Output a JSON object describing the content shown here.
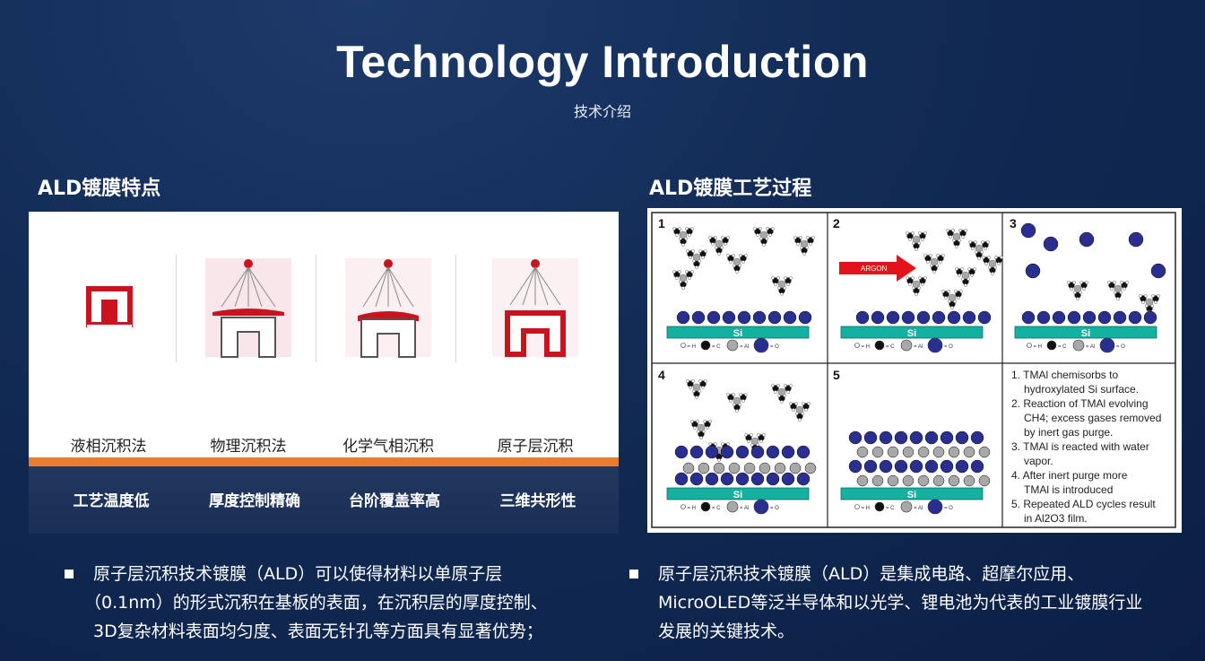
{
  "header": {
    "title": "Technology Introduction",
    "subtitle": "技术介绍"
  },
  "left": {
    "heading": "ALD镀膜特点",
    "methods": [
      "液相沉积法",
      "物理沉积法",
      "化学气相沉积",
      "原子层沉积"
    ],
    "features": [
      "工艺温度低",
      "厚度控制精确",
      "台阶覆盖率高",
      "三维共形性"
    ],
    "bullet_lines": [
      "原子层沉积技术镀膜（ALD）可以使得材料以单原子层",
      "（0.1nm）的形式沉积在基板的表面，在沉积层的厚度控制、",
      "3D复杂材料表面均匀度、表面无针孔等方面具有显著优势；"
    ]
  },
  "right": {
    "heading": "ALD镀膜工艺过程",
    "panel_numbers": [
      "1",
      "2",
      "3",
      "4",
      "5"
    ],
    "argon_label": "ARGON",
    "substrate_label": "Si",
    "legend": [
      "H",
      "C",
      "Al",
      "O"
    ],
    "steps": [
      "1. TMAl chemisorbs to",
      "hydroxylated Si surface.",
      "2. Reaction of TMAl evolving",
      "CH4; excess gases removed",
      "by inert gas purge.",
      "3. TMAl is reacted with water",
      "vapor.",
      "4. After inert purge more",
      "TMAl is introduced",
      "5. Repeated ALD cycles result",
      "in Al2O3 film."
    ],
    "bullet_lines": [
      "原子层沉积技术镀膜（ALD）是集成电路、超摩尔应用、",
      "MicroOLED等泛半导体和以光学、锂电池为代表的工业镀膜行业",
      "发展的关键技术。"
    ]
  },
  "colors": {
    "background": "#0f2850",
    "accent_orange": "#ea7d2d",
    "feature_bar": "#1f3459",
    "icon_red": "#c8141e",
    "substrate_teal": "#14b0a0",
    "oxygen_blue": "#2a2f8f"
  }
}
